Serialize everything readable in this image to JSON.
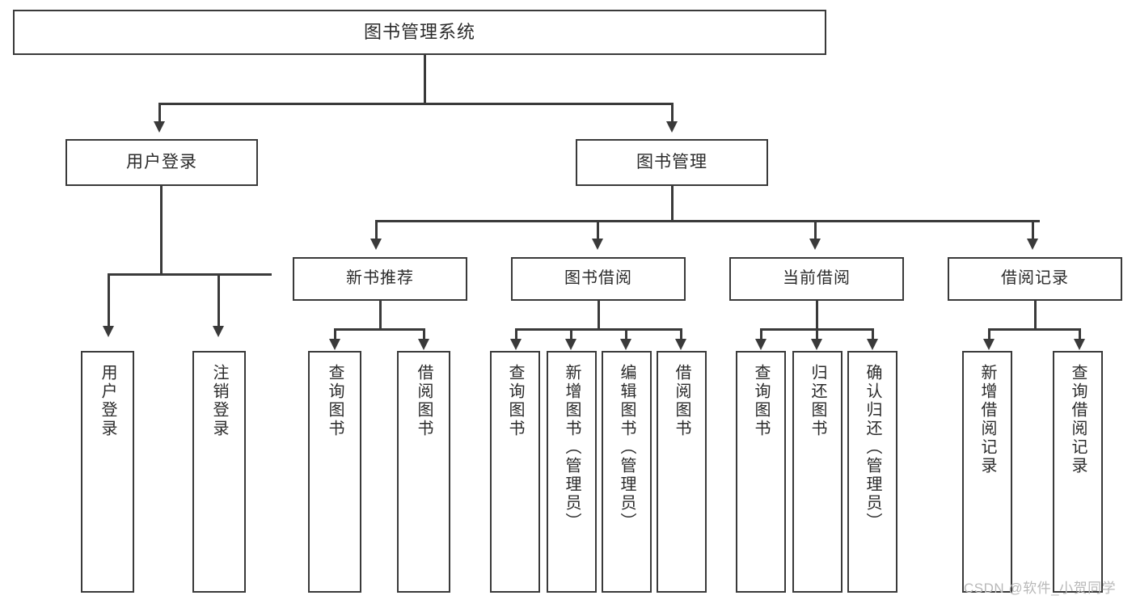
{
  "diagram": {
    "type": "tree",
    "title": "图书管理系统",
    "root": {
      "label": "图书管理系统"
    },
    "level1": [
      {
        "label": "用户登录"
      },
      {
        "label": "图书管理"
      }
    ],
    "level2": [
      {
        "label": "新书推荐"
      },
      {
        "label": "图书借阅"
      },
      {
        "label": "当前借阅"
      },
      {
        "label": "借阅记录"
      }
    ],
    "leaves": {
      "user_login": [
        {
          "label": "用户登录"
        },
        {
          "label": "注销登录"
        }
      ],
      "new_book_recommend": [
        {
          "label": "查询图书"
        },
        {
          "label": "借阅图书"
        }
      ],
      "book_borrow": [
        {
          "label": "查询图书"
        },
        {
          "label": "新增图书（管理员）"
        },
        {
          "label": "编辑图书（管理员）"
        },
        {
          "label": "借阅图书"
        }
      ],
      "current_borrow": [
        {
          "label": "查询图书"
        },
        {
          "label": "归还图书"
        },
        {
          "label": "确认归还（管理员）"
        }
      ],
      "borrow_record": [
        {
          "label": "新增借阅记录"
        },
        {
          "label": "查询借阅记录"
        }
      ]
    }
  },
  "watermark": {
    "text": "CSDN @软件_小贺同学"
  },
  "colors": {
    "border": "#3a3a3a",
    "text": "#2b2b2b",
    "background": "#ffffff",
    "watermark": "#b8b8b8"
  }
}
